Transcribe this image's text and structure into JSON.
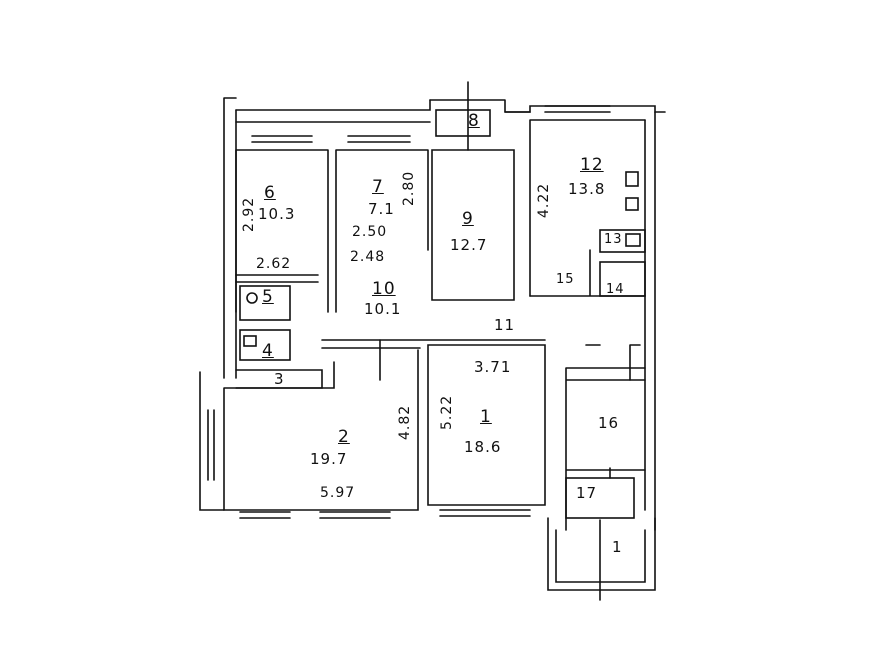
{
  "rooms": [
    {
      "number": "1",
      "area": "18.6"
    },
    {
      "number": "2",
      "area": "19.7"
    },
    {
      "number": "3"
    },
    {
      "number": "4"
    },
    {
      "number": "5"
    },
    {
      "number": "6",
      "area": "10.3"
    },
    {
      "number": "7",
      "area": "7.1"
    },
    {
      "number": "8"
    },
    {
      "number": "9",
      "area": "12.7"
    },
    {
      "number": "10",
      "area": "10.1"
    },
    {
      "number": "11",
      "area": "3.71"
    },
    {
      "number": "12",
      "area": "13.8"
    },
    {
      "number": "13"
    },
    {
      "number": "14"
    },
    {
      "number": "15"
    },
    {
      "number": "16"
    },
    {
      "number": "17"
    },
    {
      "number": "1"
    }
  ],
  "dimensions": {
    "r6_side": "2.92",
    "r7_side": "2.80",
    "r7_width": "2.50",
    "r7_bottom": "2.48",
    "r5_top": "2.62",
    "r12_side": "4.22",
    "r2_side": "4.82",
    "r2_bottom": "5.97",
    "r1_side": "5.22"
  }
}
